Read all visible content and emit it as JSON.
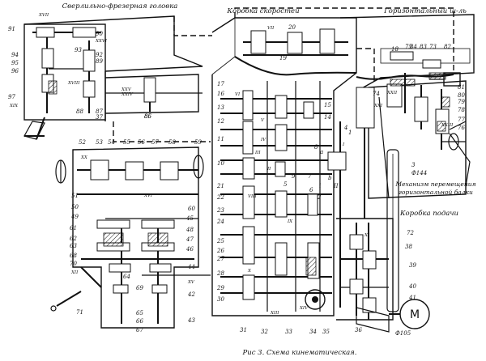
{
  "header_labels": {
    "drilling_milling_head": "Сверлильно-фрезерная головка",
    "speed_box": "Коробка скоростей",
    "horizontal_spindle": "Горизонтальный ш-ль",
    "feed_box": "Коробка подачи",
    "mechanism_line1": "Механизм перемещения",
    "mechanism_line2": "горизонтальной балки"
  },
  "caption": "Рис 3. Схема кинематическая.",
  "motor_label": "M",
  "power_labels": {
    "p1": "Ф144",
    "p2": "Ф105"
  },
  "small_labels": {
    "i": "i",
    "ii": "II",
    "a": "a",
    "b": "b"
  },
  "numbers": {
    "n1": "1",
    "n2": "2",
    "n3": "3",
    "n4": "4",
    "n5": "5",
    "n6": "6",
    "n7": "7",
    "n8": "8",
    "n9": "9",
    "n10": "10",
    "n11": "11",
    "n12": "12",
    "n13": "13",
    "n14": "14",
    "n15": "15",
    "n16": "16",
    "n17": "17",
    "n18": "18",
    "n19": "19",
    "n20": "20",
    "n21": "21",
    "n22": "22",
    "n23": "23",
    "n24": "24",
    "n25": "25",
    "n26": "26",
    "n27": "27",
    "n28": "28",
    "n29": "29",
    "n30": "30",
    "n31": "31",
    "n32": "32",
    "n33": "33",
    "n34": "34",
    "n35": "35",
    "n36": "36",
    "n37": "37",
    "n38": "38",
    "n39": "39",
    "n40": "40",
    "n41": "41",
    "n42": "42",
    "n43": "43",
    "n44": "44",
    "n45": "45",
    "n46": "46",
    "n47": "47",
    "n48": "48",
    "n49": "49",
    "n50": "50",
    "n51": "51",
    "n52": "52",
    "n53": "53",
    "n54": "54",
    "n55": "55",
    "n56": "56",
    "n57": "57",
    "n58": "58",
    "n59": "59",
    "n60": "60",
    "n61": "61",
    "n62": "62",
    "n63": "63",
    "n64": "64",
    "n65": "65",
    "n66": "66",
    "n67": "67",
    "n68": "68",
    "n69": "69",
    "n70": "70",
    "n71": "71",
    "n72": "72",
    "n73": "73",
    "n74": "74",
    "n75": "75",
    "n76": "76",
    "n77": "77",
    "n78": "78",
    "n79": "79",
    "n80": "80",
    "n81": "81",
    "n82": "82",
    "n83": "83",
    "n84": "84",
    "n85": "85",
    "n86": "86",
    "n87": "87",
    "n88": "88",
    "n89": "89",
    "n90": "90",
    "n91": "91",
    "n92": "92",
    "n93": "93",
    "n94": "94",
    "n95": "95",
    "n96": "96",
    "n97": "97"
  },
  "shafts": {
    "s1": "I",
    "s2": "II",
    "s3": "III",
    "s4": "IV",
    "s5": "V",
    "s6": "VI",
    "s7": "VII",
    "s8": "VIII",
    "s9": "IX",
    "s10": "X",
    "s11": "XI",
    "s12": "XII",
    "s13": "XIII",
    "s14": "XIV",
    "s15": "XV",
    "s16": "XVI",
    "s17": "XVII",
    "s18": "XVIII",
    "s19": "XIX",
    "s20": "XX",
    "s21": "XXI",
    "s22": "XXII",
    "s23": "XXIII",
    "s24": "XXIV",
    "s25": "XXV",
    "s26": "XXVI"
  }
}
